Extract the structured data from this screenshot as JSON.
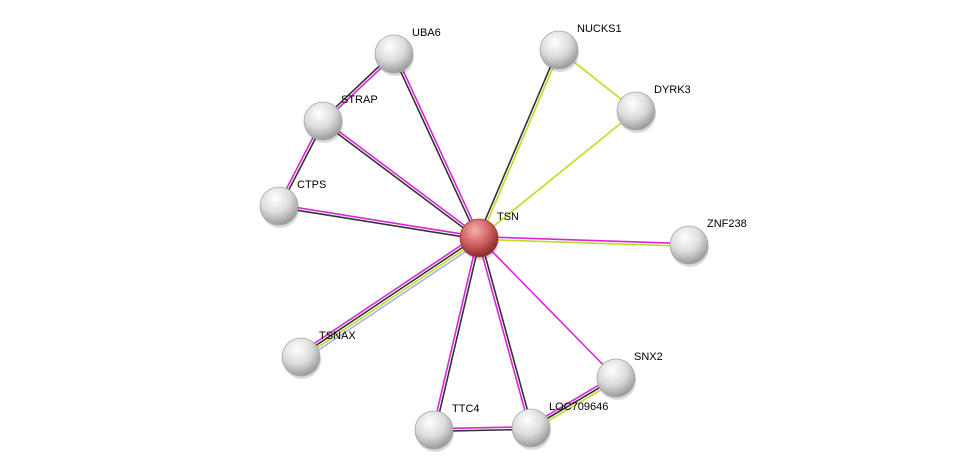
{
  "nodes": [
    {
      "id": "TSN",
      "label": "TSN",
      "query": true
    },
    {
      "id": "UBA6",
      "label": "UBA6"
    },
    {
      "id": "NUCKS1",
      "label": "NUCKS1"
    },
    {
      "id": "DYRK3",
      "label": "DYRK3"
    },
    {
      "id": "STRAP",
      "label": "STRAP"
    },
    {
      "id": "CTPS",
      "label": "CTPS"
    },
    {
      "id": "ZNF238",
      "label": "ZNF238"
    },
    {
      "id": "TSNAX",
      "label": "TSNAX"
    },
    {
      "id": "SNX2",
      "label": "SNX2"
    },
    {
      "id": "TTC4",
      "label": "TTC4"
    },
    {
      "id": "LOC709646",
      "label": "LOC709646"
    }
  ],
  "edges": [
    {
      "source": "TSN",
      "target": "UBA6",
      "colors": [
        "#333333",
        "#dd22dd"
      ]
    },
    {
      "source": "TSN",
      "target": "NUCKS1",
      "colors": [
        "#333333",
        "#bbdd22"
      ]
    },
    {
      "source": "TSN",
      "target": "DYRK3",
      "colors": [
        "#bbdd22"
      ]
    },
    {
      "source": "NUCKS1",
      "target": "DYRK3",
      "colors": [
        "#bbdd22"
      ]
    },
    {
      "source": "TSN",
      "target": "STRAP",
      "colors": [
        "#333333",
        "#dd22dd"
      ]
    },
    {
      "source": "STRAP",
      "target": "UBA6",
      "colors": [
        "#333333",
        "#dd22dd"
      ]
    },
    {
      "source": "STRAP",
      "target": "CTPS",
      "colors": [
        "#333333",
        "#dd22dd"
      ]
    },
    {
      "source": "TSN",
      "target": "CTPS",
      "colors": [
        "#333333",
        "#dd22dd"
      ]
    },
    {
      "source": "TSN",
      "target": "ZNF238",
      "colors": [
        "#dd22dd",
        "#bbdd22"
      ]
    },
    {
      "source": "TSN",
      "target": "TSNAX",
      "colors": [
        "#aaaaff",
        "#bbdd22",
        "#333333",
        "#dd22dd"
      ]
    },
    {
      "source": "TSN",
      "target": "SNX2",
      "colors": [
        "#dd22dd"
      ]
    },
    {
      "source": "TSN",
      "target": "TTC4",
      "colors": [
        "#333333",
        "#dd22dd"
      ]
    },
    {
      "source": "TSN",
      "target": "LOC709646",
      "colors": [
        "#333333",
        "#dd22dd"
      ]
    },
    {
      "source": "TTC4",
      "target": "LOC709646",
      "colors": [
        "#dd22dd",
        "#333333"
      ]
    },
    {
      "source": "SNX2",
      "target": "LOC709646",
      "colors": [
        "#bbdd22",
        "#333333",
        "#dd22dd"
      ]
    }
  ],
  "colors": {
    "query_node": "#d05050",
    "node": "#d8d8d8"
  }
}
